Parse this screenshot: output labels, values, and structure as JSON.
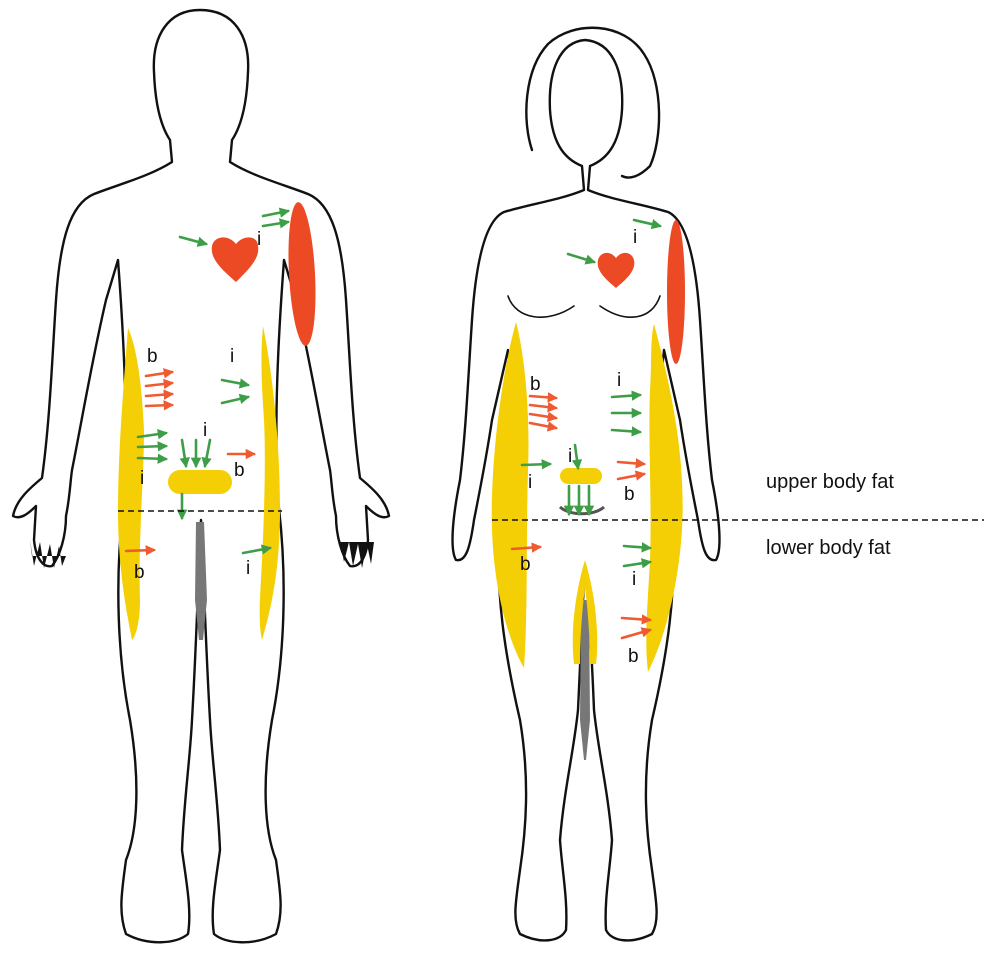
{
  "legend": {
    "upper_label": "upper body fat",
    "lower_label": "lower body fat"
  },
  "arrow_labels": {
    "intra": "i",
    "brown": "b"
  },
  "colors": {
    "background": "#ffffff",
    "outline": "#111111",
    "subcutaneous_fat": "#f5cf05",
    "visceral_fat": "#f5cf05",
    "heart": "#ec4a25",
    "muscle": "#ec4a25",
    "arrow_i": "#3e9e48",
    "arrow_b": "#ef5a30",
    "divider": "#111111"
  },
  "figures": [
    {
      "name": "male-figure",
      "icon": "male-body-outline-icon"
    },
    {
      "name": "female-figure",
      "icon": "female-body-outline-icon"
    }
  ]
}
